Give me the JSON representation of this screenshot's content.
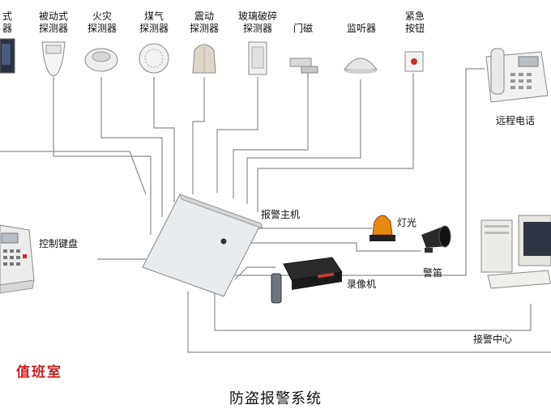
{
  "title": "防盗报警系统",
  "duty_room": "值班室",
  "colors": {
    "duty_room": "#c81f1f",
    "wire": "#8c8c8c"
  },
  "sensors": [
    {
      "label": "式\n器",
      "icon": "keypad-sensor-icon"
    },
    {
      "label": "被动式\n探测器",
      "icon": "pir-detector-icon"
    },
    {
      "label": "火灾\n探测器",
      "icon": "smoke-detector-icon"
    },
    {
      "label": "煤气\n探测器",
      "icon": "gas-detector-icon"
    },
    {
      "label": "震动\n探测器",
      "icon": "vibration-detector-icon"
    },
    {
      "label": "玻璃破碎\n探测器",
      "icon": "glass-break-detector-icon"
    },
    {
      "label": "门磁",
      "icon": "door-magnet-icon"
    },
    {
      "label": "监听器",
      "icon": "listener-icon"
    },
    {
      "label": "紧急\n按钮",
      "icon": "panic-button-icon"
    }
  ],
  "devices": {
    "remote_phone": "远程电话",
    "alarm_host": "报警主机",
    "light": "灯光",
    "siren": "警笛",
    "recorder": "录像机",
    "control_keypad": "控制键盘",
    "alarm_center": "接警中心"
  }
}
